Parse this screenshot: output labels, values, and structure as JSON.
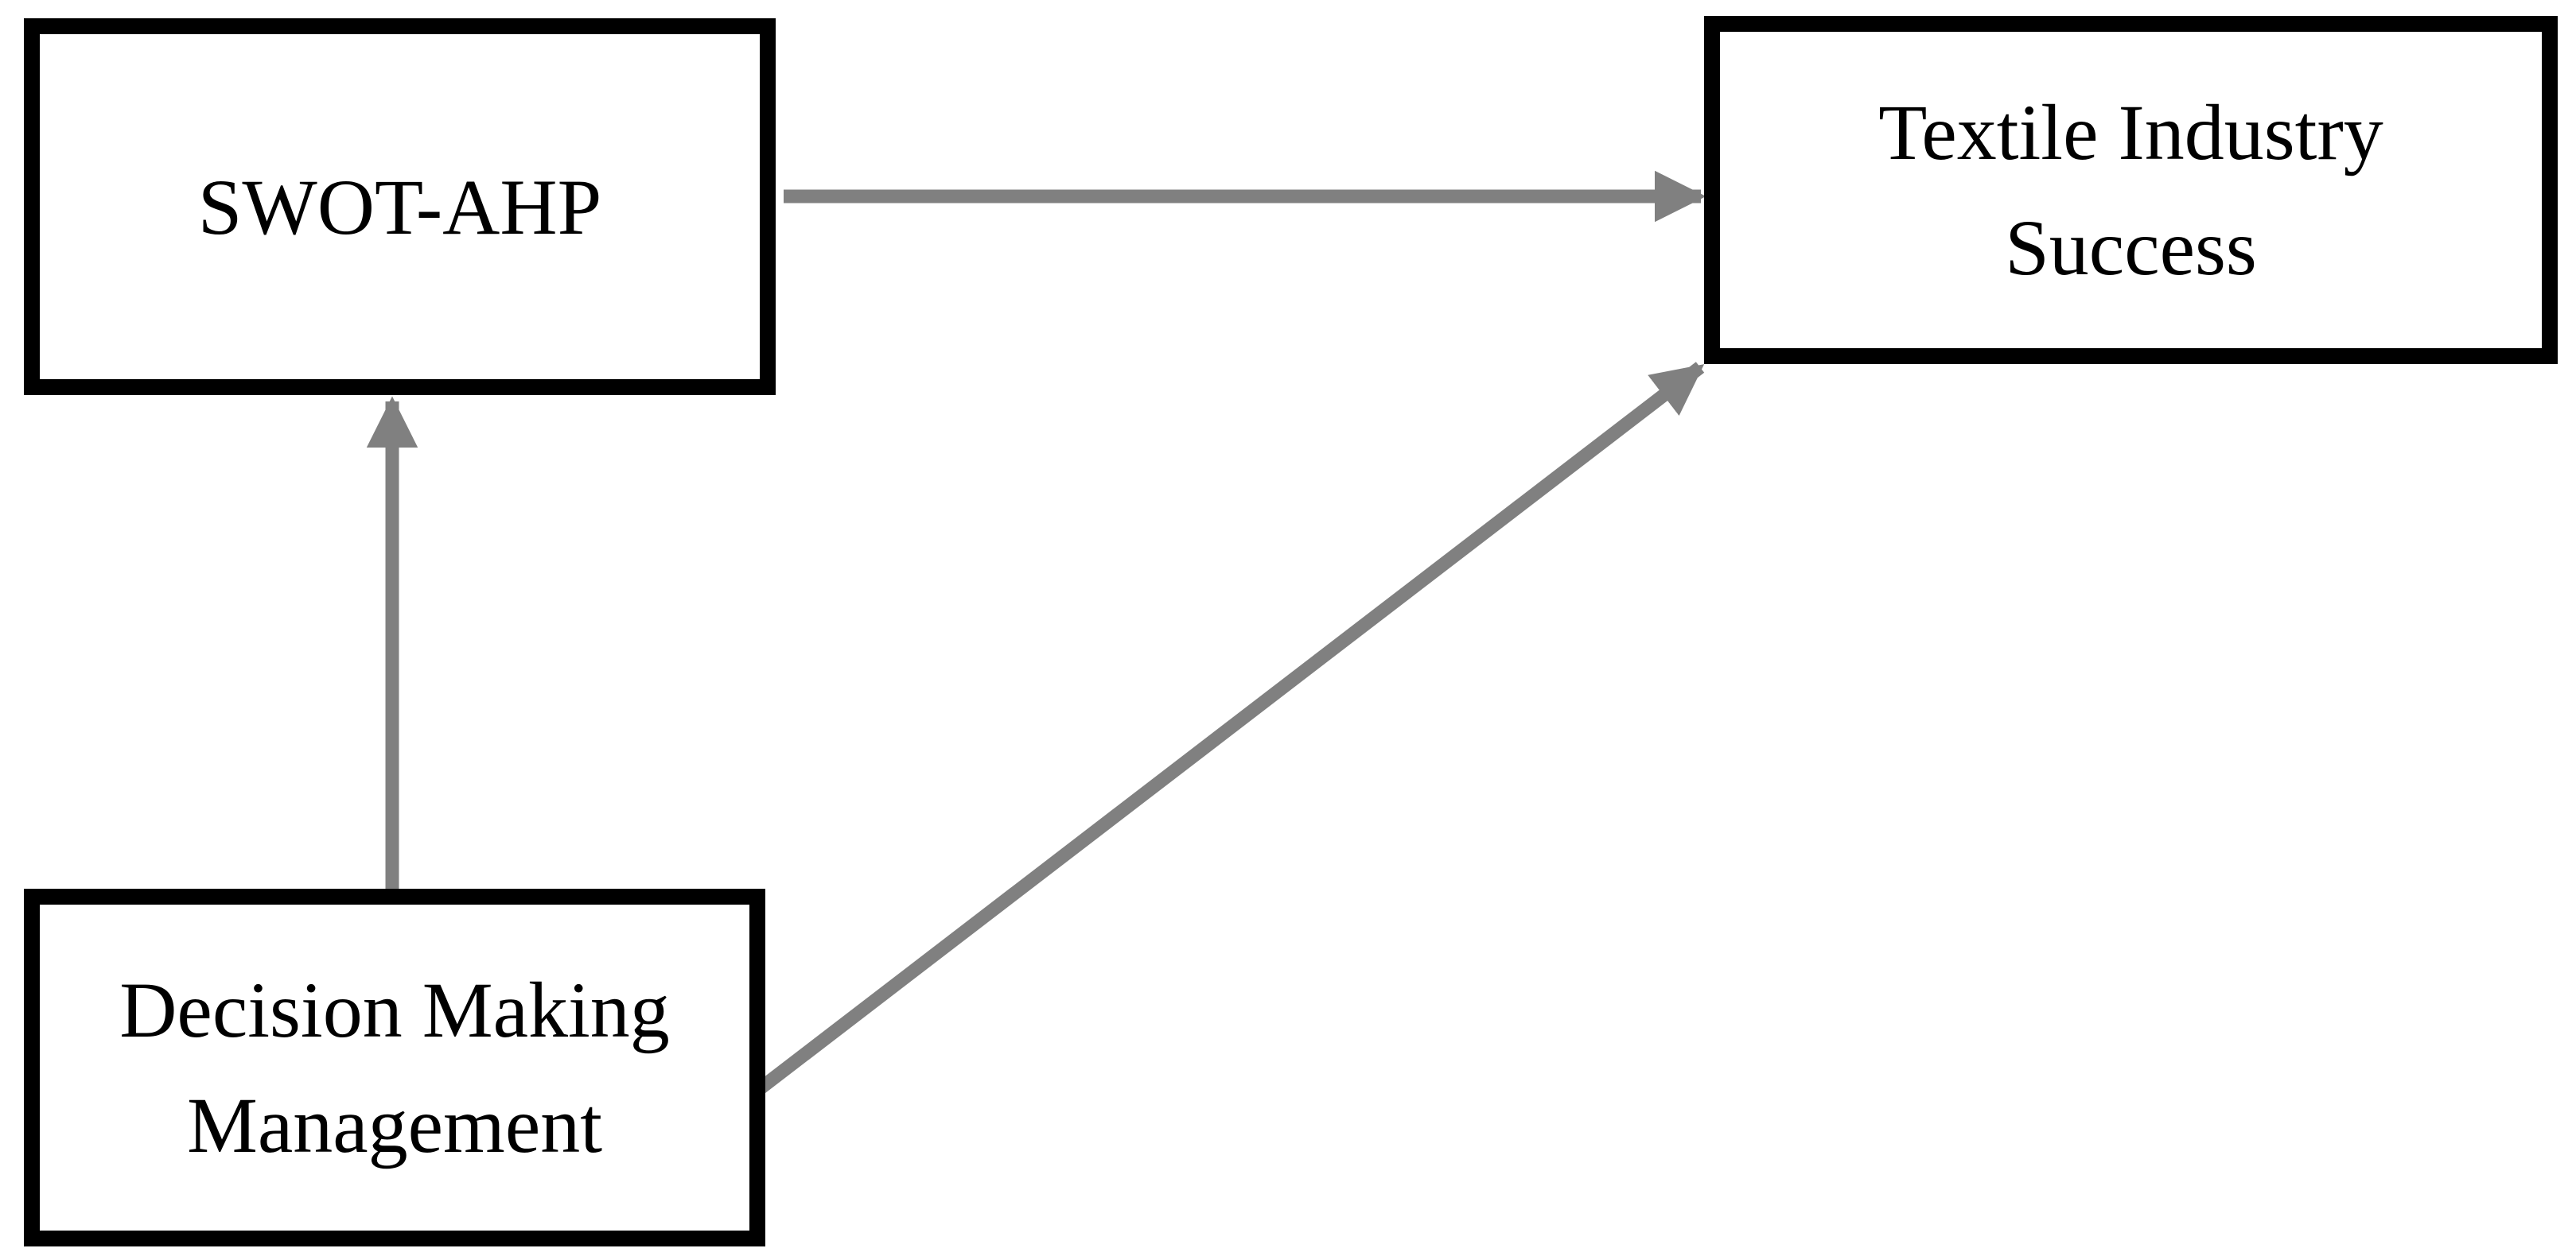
{
  "figure": {
    "type": "diagram",
    "description_visible_text_only": true,
    "nodes": {
      "swot_ahp": {
        "label": "SWOT-AHP"
      },
      "textile_success": {
        "lines": [
          "Textile Industry",
          "Success"
        ]
      },
      "decision_management": {
        "lines": [
          "Decision Making",
          "Management"
        ]
      }
    },
    "edges": [
      {
        "from": "swot_ahp",
        "to": "textile_success",
        "direction": "right",
        "style": "arrow"
      },
      {
        "from": "decision_management",
        "to": "swot_ahp",
        "direction": "up",
        "style": "arrow"
      },
      {
        "from": "decision_management",
        "to": "textile_success",
        "direction": "up-right",
        "style": "arrow"
      }
    ],
    "colors": {
      "arrow": "#808080",
      "node_border": "#000000",
      "node_fill": "#ffffff",
      "text": "#000000",
      "background": "#ffffff"
    }
  }
}
